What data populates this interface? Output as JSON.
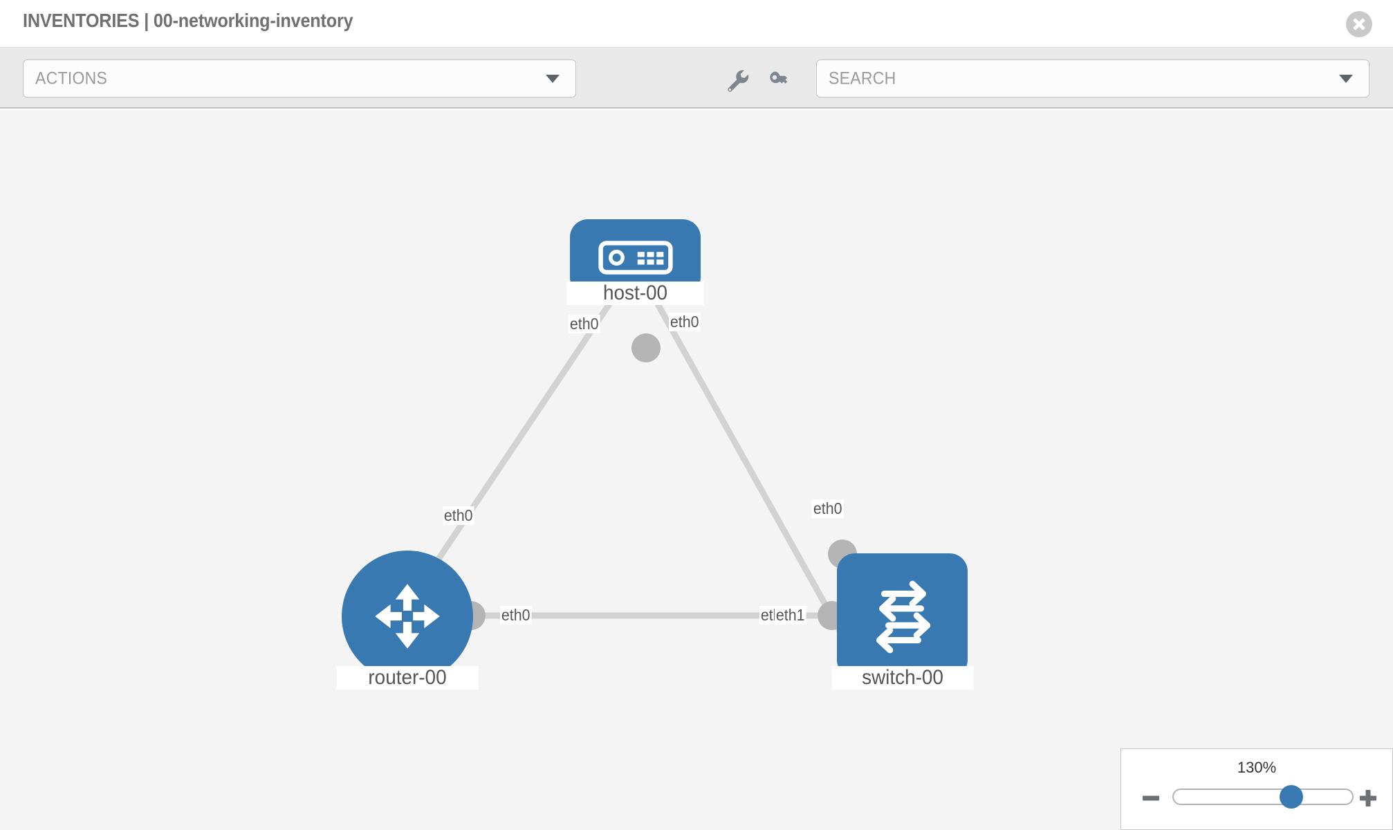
{
  "header": {
    "title": "INVENTORIES | 00-networking-inventory",
    "close_icon": "close-circle-icon"
  },
  "toolbar": {
    "actions_label": "ACTIONS",
    "actions_caret": "chevron-down-icon",
    "wrench_icon": "wrench-icon",
    "key_icon": "key-icon",
    "search_placeholder": "SEARCH",
    "search_value": "",
    "search_caret": "chevron-down-icon"
  },
  "topology": {
    "nodes": [
      {
        "id": "host-00",
        "label": "host-00",
        "type": "host",
        "icon": "server-device-icon"
      },
      {
        "id": "router-00",
        "label": "router-00",
        "type": "router",
        "icon": "router-arrows-icon"
      },
      {
        "id": "switch-00",
        "label": "switch-00",
        "type": "switch",
        "icon": "switch-arrows-icon"
      }
    ],
    "interfaces": {
      "host_left": "eth0",
      "host_right": "eth0",
      "router_up": "eth0",
      "router_right": "eth0",
      "switch_up": "eth0",
      "switch_left_overlap": "etl",
      "switch_left": "eth1"
    },
    "colors": {
      "node_blue": "#3779b0",
      "port_gray": "#b4b4b4",
      "link_gray": "#d2d2d2",
      "canvas_bg": "#f4f4f4"
    }
  },
  "zoom": {
    "value_label": "130%",
    "minus_icon": "minus-icon",
    "plus_icon": "plus-icon",
    "thumb_position_percent": 66
  }
}
